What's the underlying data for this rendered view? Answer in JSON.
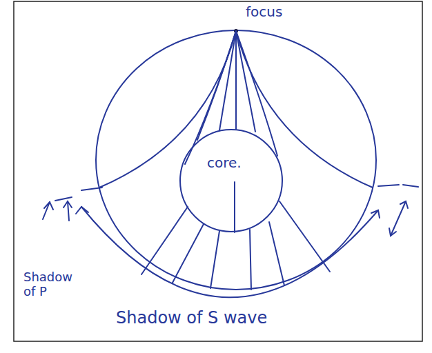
{
  "diagram": {
    "nodes": [
      {
        "text": [
          "core."
        ]
      }
    ],
    "labels": [
      "focus",
      "Shadow of P",
      "Shadow of S wave"
    ]
  }
}
